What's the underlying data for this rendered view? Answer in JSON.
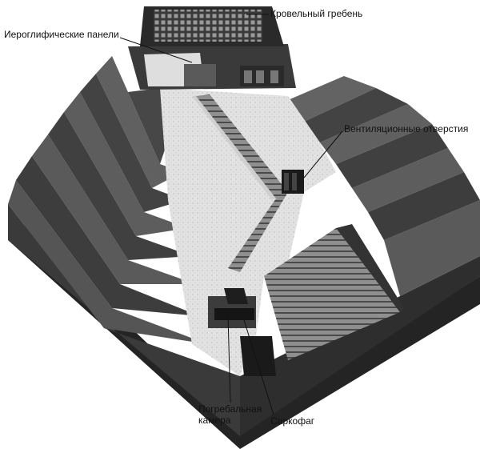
{
  "labels": {
    "roof_comb": "Кровельный гребень",
    "hieroglyphic_panels": "Иероглифические панели",
    "ventilation_holes": "Вентиляционные отверстия",
    "burial_chamber_line1": "Погребальная",
    "burial_chamber_line2": "камера",
    "sarcophagus": "Саркофаг"
  },
  "colors": {
    "dark_step": "#2f2f2f",
    "mid_step": "#545454",
    "light_step": "#7a7a7a",
    "stone_cut": "#dcdcdc",
    "stair": "#8a8a8a"
  }
}
